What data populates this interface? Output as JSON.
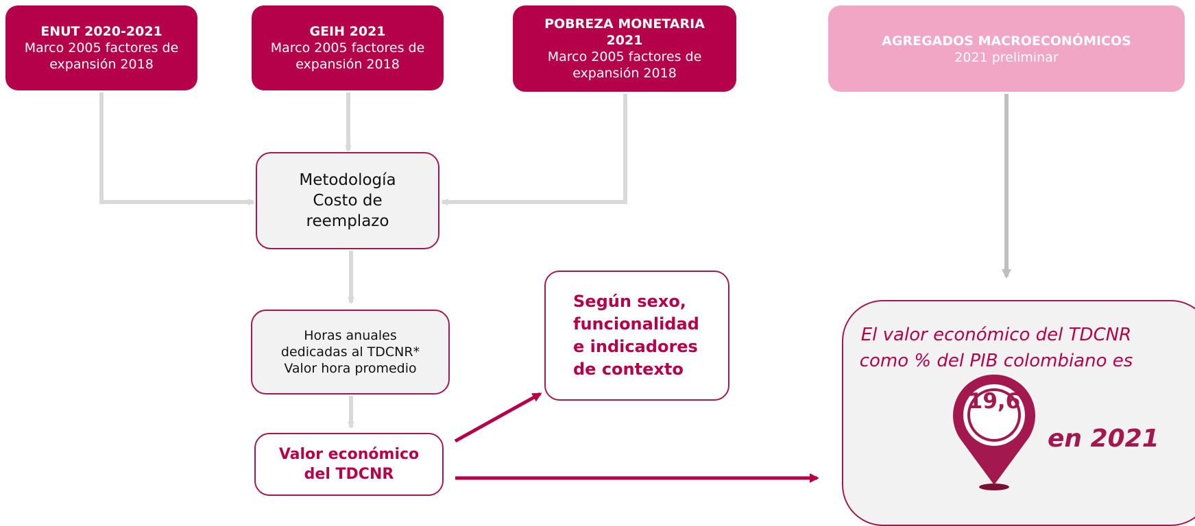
{
  "sources": [
    {
      "title": "ENUT 2020-2021",
      "subtitle": "Marco 2005 factores de expansión 2018"
    },
    {
      "title": "GEIH 2021",
      "subtitle": "Marco 2005 factores de expansión 2018"
    },
    {
      "title": "POBREZA MONETARIA 2021",
      "subtitle": "Marco 2005 factores de expansión 2018"
    },
    {
      "title": "AGREGADOS MACROECONÓMICOS",
      "subtitle": "2021 preliminar"
    }
  ],
  "methodology": {
    "line1": "Metodología",
    "line2": "Costo de",
    "line3": "reemplazo"
  },
  "hours": {
    "line1": "Horas anuales",
    "line2": "dedicadas al TDCNR*",
    "line3": "Valor hora promedio"
  },
  "value": {
    "line1": "Valor económico",
    "line2": "del TDCNR"
  },
  "breakdown": {
    "line1": "Según sexo,",
    "line2": "funcionalidad",
    "line3": "e indicadores",
    "line4": "de contexto"
  },
  "result": {
    "line1": "El valor económico del TDCNR",
    "line2": "como % del PIB colombiano es",
    "value": "19,6",
    "year": "en 2021"
  },
  "colors": {
    "accent": "#b5004a",
    "light_accent": "#f0a6c4",
    "connector": "#d9d9d9",
    "box_fill": "#f2f2f2"
  }
}
